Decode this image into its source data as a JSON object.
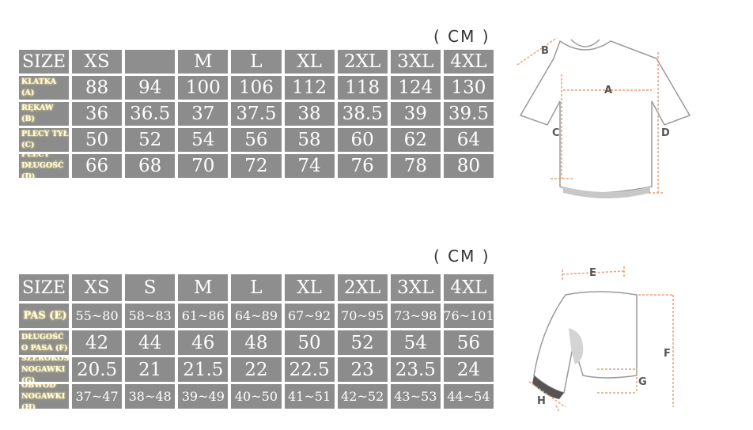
{
  "jersey": {
    "unit": "( CM )",
    "header": [
      "SIZE",
      "XS",
      "",
      "M",
      "L",
      "XL",
      "2XL",
      "3XL",
      "4XL"
    ],
    "rows": [
      {
        "label": "KLATKA (A)",
        "values": [
          "88",
          "94",
          "100",
          "106",
          "112",
          "118",
          "124",
          "130"
        ]
      },
      {
        "label": "RĘKAW (B)",
        "values": [
          "36",
          "36.5",
          "37",
          "37.5",
          "38",
          "38.5",
          "39",
          "39.5"
        ]
      },
      {
        "label": "PLECY TYŁ (C)",
        "values": [
          "50",
          "52",
          "54",
          "56",
          "58",
          "60",
          "62",
          "64"
        ]
      },
      {
        "label": "PLECY DŁUGOŚĆ (D)",
        "values": [
          "66",
          "68",
          "70",
          "72",
          "74",
          "76",
          "78",
          "80"
        ]
      }
    ],
    "diagram_labels": [
      "A",
      "B",
      "C",
      "D"
    ]
  },
  "shorts": {
    "unit": "( CM )",
    "header": [
      "SIZE",
      "XS",
      "S",
      "M",
      "L",
      "XL",
      "2XL",
      "3XL",
      "4XL"
    ],
    "rows": [
      {
        "label": "PAS (E)",
        "values": [
          "55~80",
          "58~83",
          "61~86",
          "64~89",
          "67~92",
          "70~95",
          "73~98",
          "76~101"
        ]
      },
      {
        "label": "DŁUGOŚĆ O PASA (F)",
        "values": [
          "42",
          "44",
          "46",
          "48",
          "50",
          "52",
          "54",
          "56"
        ]
      },
      {
        "label": "SZEROKOŚĆ NOGAWKI (G)",
        "values": [
          "20.5",
          "21",
          "21.5",
          "22",
          "22.5",
          "23",
          "23.5",
          "24"
        ]
      },
      {
        "label": "OBWÓD NOGAWKI (H)",
        "values": [
          "37~47",
          "38~48",
          "39~49",
          "40~50",
          "41~51",
          "42~52",
          "43~53",
          "44~54"
        ]
      }
    ],
    "diagram_labels": [
      "E",
      "F",
      "G",
      "H"
    ]
  }
}
